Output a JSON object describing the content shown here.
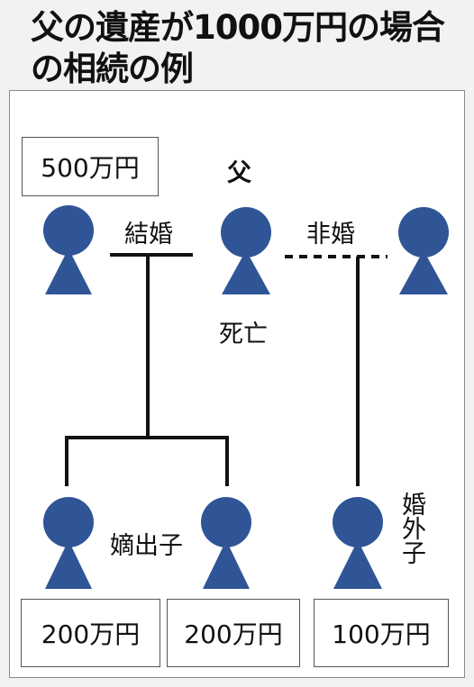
{
  "title": "父の遺産が1000万円の場合の相続の例",
  "colors": {
    "person": "#2f5597",
    "line": "#111111",
    "background": "#f2f2f2"
  },
  "labels": {
    "father": "父",
    "married": "結婚",
    "unmarried": "非婚",
    "deceased": "死亡",
    "legitimate_children": "嫡出子",
    "illegitimate_child": "婚外子"
  },
  "amounts": {
    "wife": "500万円",
    "legit_child_1": "200万円",
    "legit_child_2": "200万円",
    "illegit_child": "100万円"
  }
}
